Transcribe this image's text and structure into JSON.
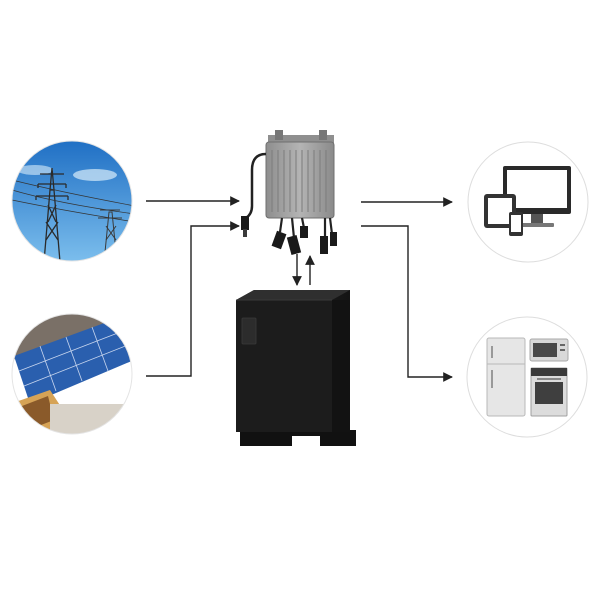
{
  "diagram": {
    "nodes": [
      {
        "id": "grid",
        "icon": "power-grid-tower-icon",
        "kind": "source"
      },
      {
        "id": "solar",
        "icon": "solar-panel-roof-icon",
        "kind": "source"
      },
      {
        "id": "inverter",
        "icon": "micro-inverter-icon",
        "kind": "converter"
      },
      {
        "id": "battery",
        "icon": "battery-storage-cabinet-icon",
        "kind": "storage"
      },
      {
        "id": "electronics",
        "icon": "computer-devices-icon",
        "kind": "load"
      },
      {
        "id": "appliances",
        "icon": "home-appliances-icon",
        "kind": "load"
      }
    ],
    "edges": [
      {
        "from": "grid",
        "to": "inverter",
        "direction": "one-way"
      },
      {
        "from": "solar",
        "to": "inverter",
        "direction": "one-way"
      },
      {
        "from": "inverter",
        "to": "battery",
        "direction": "two-way"
      },
      {
        "from": "inverter",
        "to": "electronics",
        "direction": "one-way"
      },
      {
        "from": "inverter",
        "to": "appliances",
        "direction": "one-way"
      }
    ],
    "colors": {
      "arrow": "#222222",
      "sky": "#2f8fd6",
      "panel": "#2a5fae",
      "inverter": "#9a9a9a",
      "battery": "#1f1f1f",
      "circle_border": "#dddddd"
    }
  }
}
